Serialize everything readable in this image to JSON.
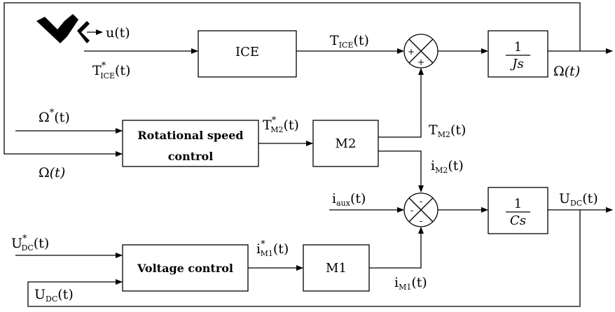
{
  "blocks": {
    "ice": "ICE",
    "inertia_num": "1",
    "inertia_den": "Js",
    "speed_control_line1": "Rotational speed",
    "speed_control_line2": "control",
    "m2": "M2",
    "capacitor_num": "1",
    "capacitor_den": "Cs",
    "voltage_control": "Voltage control",
    "m1": "M1"
  },
  "signals": {
    "u": "u(t)",
    "t_ice_ref_main": "T",
    "t_ice_ref_sup": "*",
    "t_ice_ref_sub": "ICE",
    "t_ice_ref_tail": "(t)",
    "t_ice_main": "T",
    "t_ice_sub": "ICE",
    "t_ice_tail": "(t)",
    "omega_out_main": "Ω",
    "omega_out_tail": "(t)",
    "omega_ref_main": "Ω",
    "omega_ref_sup": "*",
    "omega_ref_tail": "(t)",
    "omega_fb_main": "Ω",
    "omega_fb_tail": "(t)",
    "t_m2_ref_main": "T",
    "t_m2_ref_sup": "*",
    "t_m2_ref_sub": "M2",
    "t_m2_ref_tail": "(t)",
    "t_m2_main": "T",
    "t_m2_sub": "M2",
    "t_m2_tail": "(t)",
    "i_m2_main": "i",
    "i_m2_sub": "M2",
    "i_m2_tail": "(t)",
    "i_aux_main": "i",
    "i_aux_sub": "aux",
    "i_aux_tail": "(t)",
    "u_dc_out_main": "U",
    "u_dc_out_sub": "DC",
    "u_dc_out_tail": "(t)",
    "u_dc_ref_main": "U",
    "u_dc_ref_sup": "*",
    "u_dc_ref_sub": "DC",
    "u_dc_ref_tail": "(t)",
    "i_m1_ref_main": "i",
    "i_m1_ref_sup": "*",
    "i_m1_ref_sub": "M1",
    "i_m1_ref_tail": "(t)",
    "i_m1_main": "i",
    "i_m1_sub": "M1",
    "i_m1_tail": "(t)",
    "u_dc_fb_main": "U",
    "u_dc_fb_sub": "DC",
    "u_dc_fb_tail": "(t)"
  },
  "summing_junctions": {
    "torque_sum": {
      "left_sign": "+",
      "bottom_sign": "+"
    },
    "current_sum": {
      "top_sign": "-",
      "left_sign": "-",
      "bottom_sign": "-"
    }
  },
  "icons": {
    "pedal": "accelerator-pedal-icon"
  }
}
